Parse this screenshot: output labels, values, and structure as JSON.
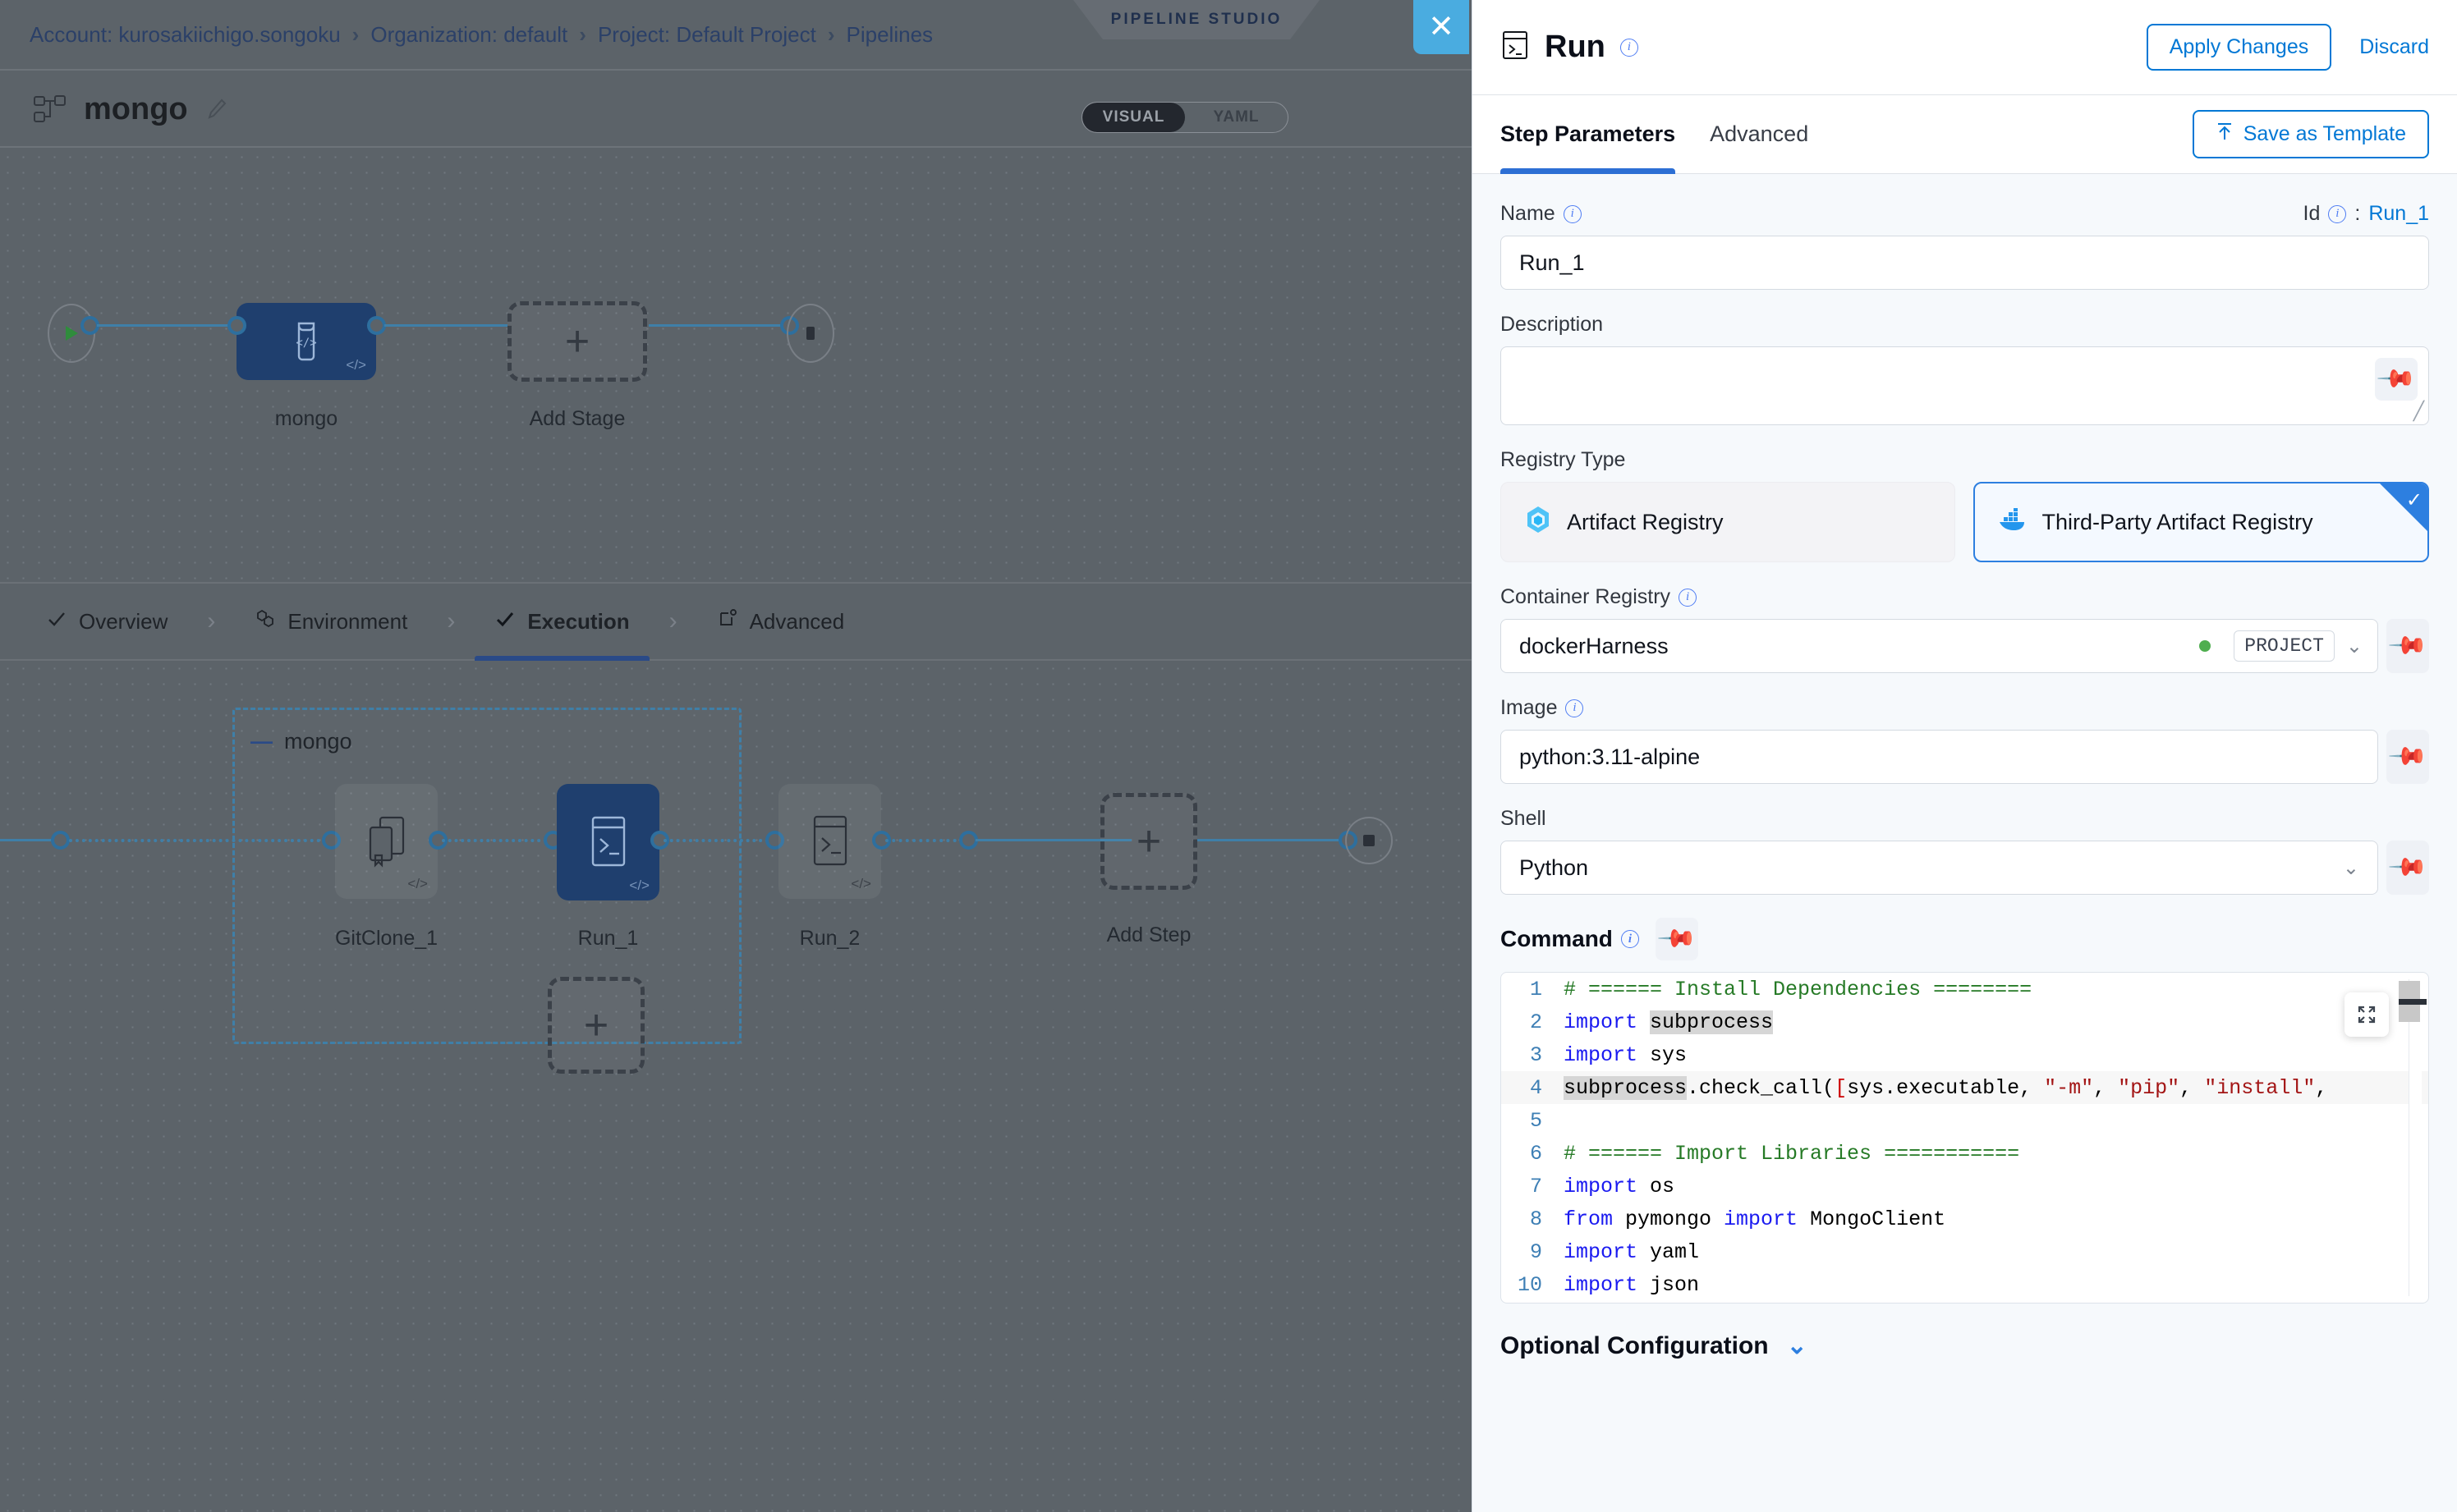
{
  "studio": {
    "breadcrumbs": [
      {
        "label": "Account: kurosakiichigo.songoku"
      },
      {
        "label": "Organization: default"
      },
      {
        "label": "Project: Default Project"
      },
      {
        "label": "Pipelines"
      }
    ],
    "separator": "›",
    "studio_badge": "PIPELINE STUDIO",
    "close_label": "✕",
    "pipeline_name": "mongo",
    "view_toggle": {
      "visual": "VISUAL",
      "yaml": "YAML",
      "selected": "VISUAL"
    },
    "stage_canvas": {
      "stage_label": "mongo",
      "add_stage_label": "Add Stage",
      "plus": "+"
    },
    "stage_tabs": [
      {
        "label": "Overview",
        "icon": "check-icon",
        "active": false
      },
      {
        "label": "Environment",
        "icon": "hexagons-icon",
        "active": false
      },
      {
        "label": "Execution",
        "icon": "check-icon",
        "active": true
      },
      {
        "label": "Advanced",
        "icon": "advanced-icon",
        "active": false
      }
    ],
    "tab_separator": "›",
    "execution_canvas": {
      "group_label": "mongo",
      "group_collapse": "—",
      "steps": [
        {
          "label": "GitClone_1",
          "icon": "git-clone-icon",
          "selected": false
        },
        {
          "label": "Run_1",
          "icon": "terminal-icon",
          "selected": true
        },
        {
          "label": "Run_2",
          "icon": "terminal-icon",
          "selected": false
        }
      ],
      "add_step_label": "Add Step",
      "plus": "+"
    }
  },
  "panel": {
    "title": "Run",
    "apply_label": "Apply Changes",
    "discard_label": "Discard",
    "tabs": [
      {
        "label": "Step Parameters",
        "active": true
      },
      {
        "label": "Advanced",
        "active": false
      }
    ],
    "save_template_label": "Save as Template",
    "name_label": "Name",
    "name_value": "Run_1",
    "id_label": "Id",
    "id_sep": ":",
    "id_value": "Run_1",
    "description_label": "Description",
    "description_value": "",
    "registry_type_label": "Registry Type",
    "registry_options": [
      {
        "label": "Artifact Registry",
        "icon": "harness-artifact-icon",
        "selected": false
      },
      {
        "label": "Third-Party Artifact Registry",
        "icon": "docker-icon",
        "selected": true
      }
    ],
    "container_registry_label": "Container Registry",
    "container_registry_value": "dockerHarness",
    "container_registry_scope": "PROJECT",
    "image_label": "Image",
    "image_value": "python:3.11-alpine",
    "shell_label": "Shell",
    "shell_value": "Python",
    "command_label": "Command",
    "optional_configuration_label": "Optional Configuration",
    "code": {
      "lines": [
        {
          "n": "1",
          "highlight": false,
          "tokens": [
            {
              "t": "# ====== Install Dependencies ========",
              "c": "c-comment"
            }
          ]
        },
        {
          "n": "2",
          "highlight": false,
          "tokens": [
            {
              "t": "import ",
              "c": "c-kw"
            },
            {
              "t": "subprocess",
              "c": "c-mark"
            }
          ]
        },
        {
          "n": "3",
          "highlight": false,
          "tokens": [
            {
              "t": "import ",
              "c": "c-kw"
            },
            {
              "t": "sys",
              "c": ""
            }
          ]
        },
        {
          "n": "4",
          "highlight": true,
          "tokens": [
            {
              "t": "subprocess",
              "c": "c-mark"
            },
            {
              "t": ".check_call(",
              "c": ""
            },
            {
              "t": "[",
              "c": "c-bracket"
            },
            {
              "t": "sys.executable, ",
              "c": ""
            },
            {
              "t": "\"-m\"",
              "c": "c-str"
            },
            {
              "t": ", ",
              "c": ""
            },
            {
              "t": "\"pip\"",
              "c": "c-str"
            },
            {
              "t": ", ",
              "c": ""
            },
            {
              "t": "\"install\"",
              "c": "c-str"
            },
            {
              "t": ",",
              "c": ""
            }
          ]
        },
        {
          "n": "5",
          "highlight": false,
          "tokens": [
            {
              "t": "",
              "c": ""
            }
          ]
        },
        {
          "n": "6",
          "highlight": false,
          "tokens": [
            {
              "t": "# ====== Import Libraries ===========",
              "c": "c-comment"
            }
          ]
        },
        {
          "n": "7",
          "highlight": false,
          "tokens": [
            {
              "t": "import ",
              "c": "c-kw"
            },
            {
              "t": "os",
              "c": ""
            }
          ]
        },
        {
          "n": "8",
          "highlight": false,
          "tokens": [
            {
              "t": "from ",
              "c": "c-kw"
            },
            {
              "t": "pymongo ",
              "c": ""
            },
            {
              "t": "import ",
              "c": "c-kw"
            },
            {
              "t": "MongoClient",
              "c": ""
            }
          ]
        },
        {
          "n": "9",
          "highlight": false,
          "tokens": [
            {
              "t": "import ",
              "c": "c-kw"
            },
            {
              "t": "yaml",
              "c": ""
            }
          ]
        },
        {
          "n": "10",
          "highlight": false,
          "tokens": [
            {
              "t": "import ",
              "c": "c-kw"
            },
            {
              "t": "json",
              "c": ""
            }
          ]
        }
      ]
    }
  },
  "colors": {
    "accent_blue": "#0278d5",
    "selected_node": "#1f3f6e",
    "close_button": "#4aace0",
    "canvas": "#5c6369",
    "panel_bg": "#f6f9fc"
  }
}
